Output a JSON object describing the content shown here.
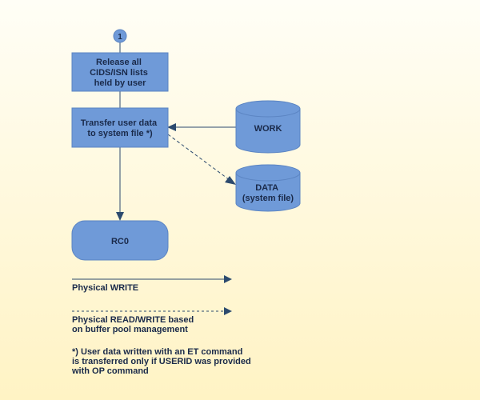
{
  "connector": {
    "label": "1"
  },
  "nodes": {
    "release": {
      "lines": [
        "Release all",
        "CIDS/ISN lists",
        "held by user"
      ]
    },
    "transfer": {
      "lines": [
        "Transfer user data",
        "to system file *)"
      ]
    },
    "work": {
      "lines": [
        "WORK"
      ]
    },
    "data": {
      "lines": [
        "DATA",
        "(system file)"
      ]
    },
    "rc0": {
      "lines": [
        "RC0"
      ]
    }
  },
  "legend": {
    "physical_write": {
      "lines": [
        "Physical WRITE"
      ]
    },
    "physical_read_write": {
      "lines": [
        "Physical READ/WRITE based",
        "on buffer pool management"
      ]
    }
  },
  "footnote": {
    "lines": [
      "*) User data written with an ET command",
      "is transferred only if USERID was provided",
      "with OP command"
    ]
  },
  "colors": {
    "box_fill": "#6f9ad8",
    "box_stroke": "#5b84c2",
    "arrow": "#2c4a6e",
    "text": "#1a2a4a",
    "background_top": "#fffef6",
    "background_bottom": "#fff3c4"
  }
}
